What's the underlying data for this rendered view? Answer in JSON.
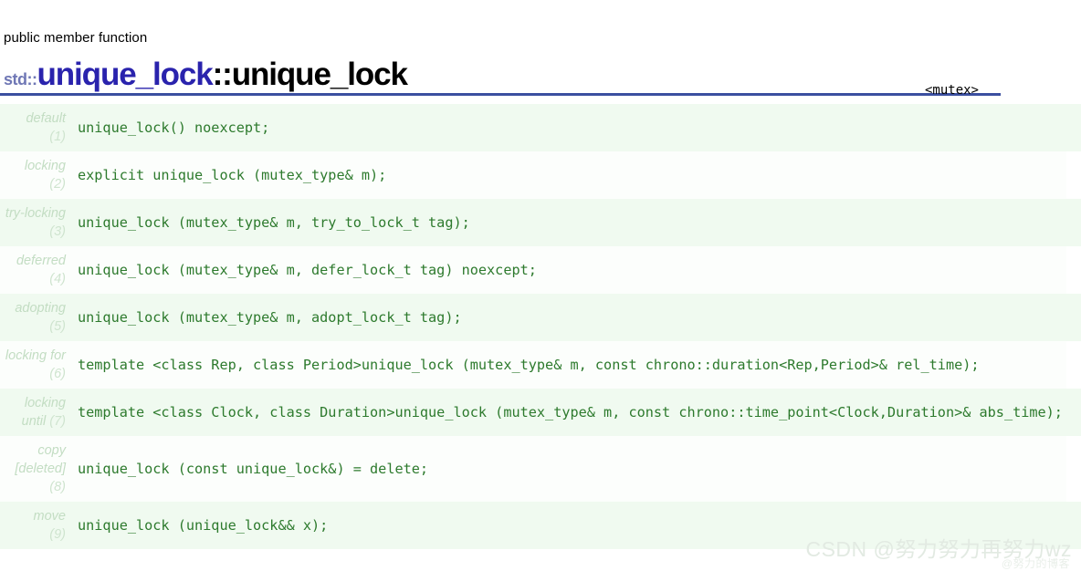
{
  "header": {
    "kicker": "public member function",
    "namespace": "std::",
    "class_name": "unique_lock",
    "separator_and_function": "::unique_lock",
    "header_file": "<mutex>",
    "rule_color": "#3b4fa0",
    "class_color": "#2a23ad",
    "namespace_color": "#6f77b5"
  },
  "signatures": [
    {
      "label": "default",
      "number": "(1)",
      "code": "unique_lock() noexcept;"
    },
    {
      "label": "locking",
      "number": "(2)",
      "code": "explicit unique_lock (mutex_type& m);"
    },
    {
      "label": "try-locking",
      "number": "(3)",
      "code": "unique_lock (mutex_type& m, try_to_lock_t tag);"
    },
    {
      "label": "deferred",
      "number": "(4)",
      "code": "unique_lock (mutex_type& m, defer_lock_t tag) noexcept;"
    },
    {
      "label": "adopting",
      "number": "(5)",
      "code": "unique_lock (mutex_type& m, adopt_lock_t tag);"
    },
    {
      "label": "locking for",
      "number": "(6)",
      "code": "template <class Rep, class Period>unique_lock (mutex_type& m, const chrono::duration<Rep,Period>& rel_time);"
    },
    {
      "label": "locking until",
      "number": "(7)",
      "code": "template <class Clock, class Duration>unique_lock (mutex_type& m, const chrono::time_point<Clock,Duration>& abs_time);"
    },
    {
      "label": "copy [deleted]",
      "number": "(8)",
      "code": "unique_lock (const unique_lock&) = delete;"
    },
    {
      "label": "move",
      "number": "(9)",
      "code": "unique_lock (unique_lock&& x);"
    }
  ],
  "watermark": {
    "text": "CSDN @努力努力再努力wz",
    "sub": "@努力的博客"
  }
}
